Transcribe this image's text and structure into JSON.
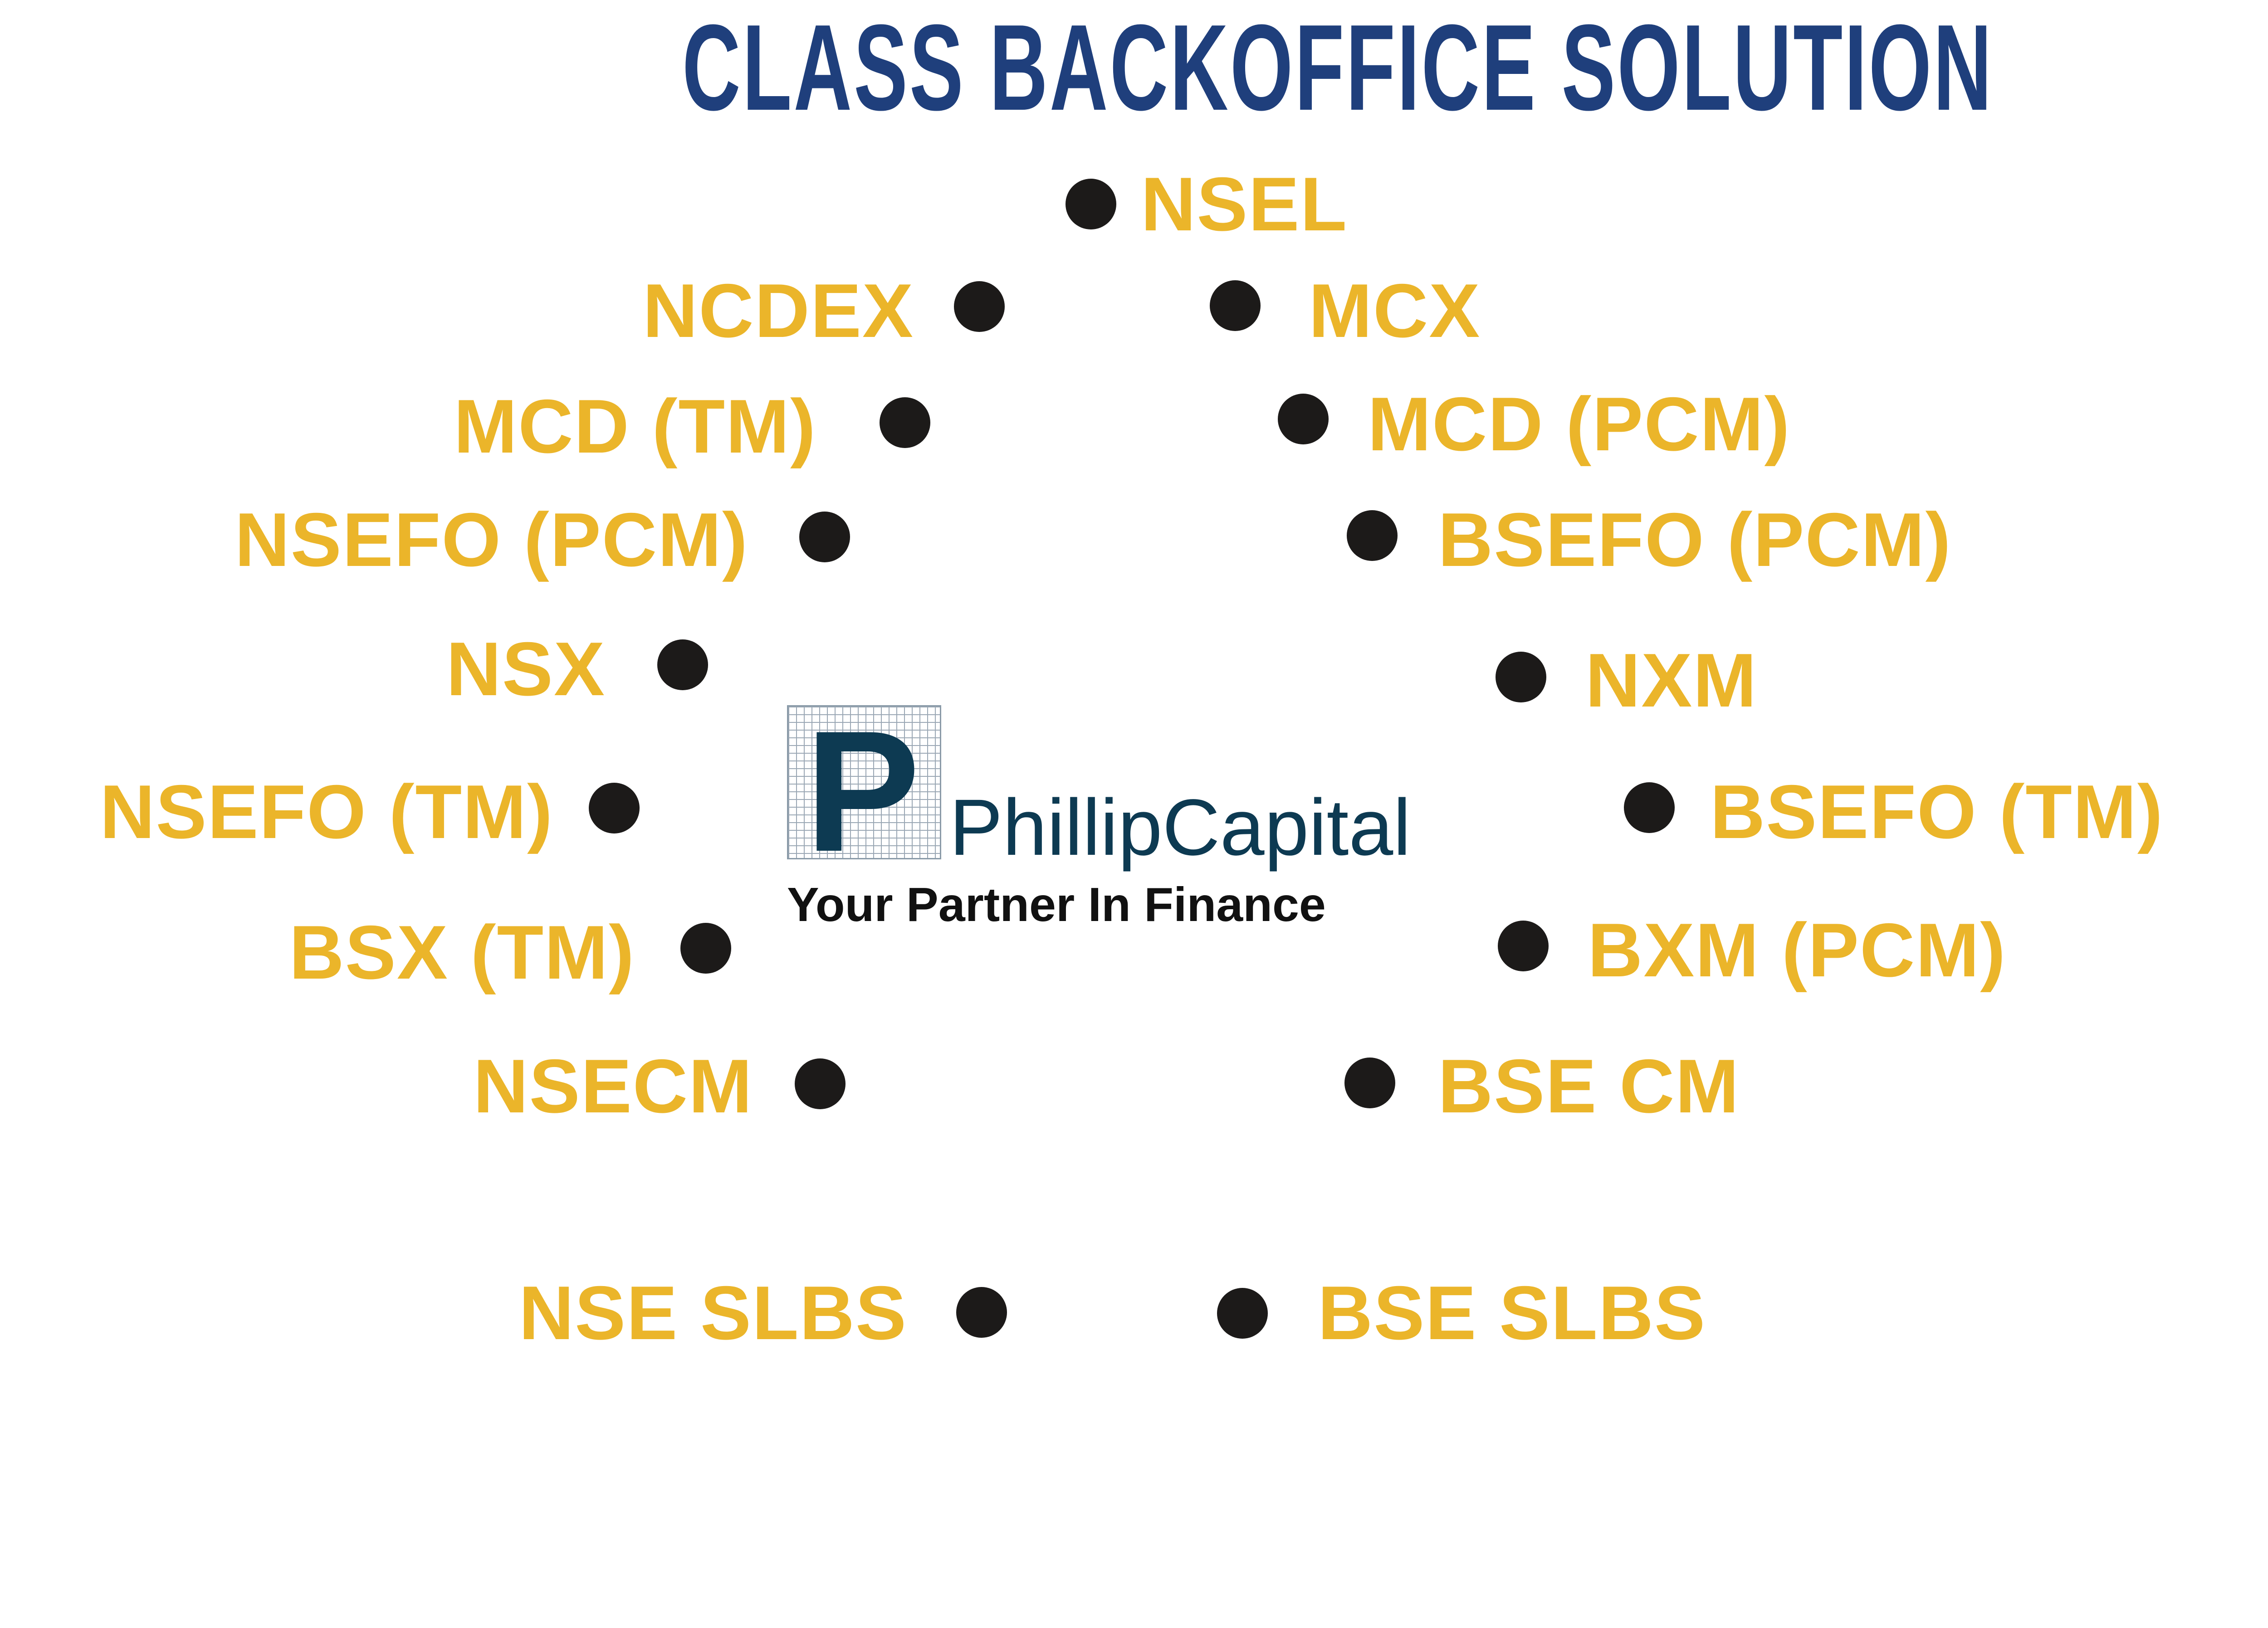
{
  "title": "CLASS BACKOFFICE SOLUTION",
  "colors": {
    "title": "#1f3f7c",
    "label": "#ebb52a",
    "dot": "#1c1a19",
    "logo": "#0d3a52"
  },
  "logo": {
    "letter": "P",
    "name": "PhillipCapital",
    "tagline": "Your Partner In Finance"
  },
  "left_items": [
    {
      "label": "NCDEX"
    },
    {
      "label": "MCD (TM)"
    },
    {
      "label": "NSEFO (PCM)"
    },
    {
      "label": "NSX"
    },
    {
      "label": "NSEFO (TM)"
    },
    {
      "label": "BSX (TM)"
    },
    {
      "label": "NSECM"
    },
    {
      "label": "NSE SLBS"
    }
  ],
  "right_items": [
    {
      "label": "NSEL"
    },
    {
      "label": "MCX"
    },
    {
      "label": "MCD (PCM)"
    },
    {
      "label": "BSEFO (PCM)"
    },
    {
      "label": "NXM"
    },
    {
      "label": "BSEFO (TM)"
    },
    {
      "label": "BXM (PCM)"
    },
    {
      "label": "BSE CM"
    },
    {
      "label": "BSE SLBS"
    }
  ]
}
